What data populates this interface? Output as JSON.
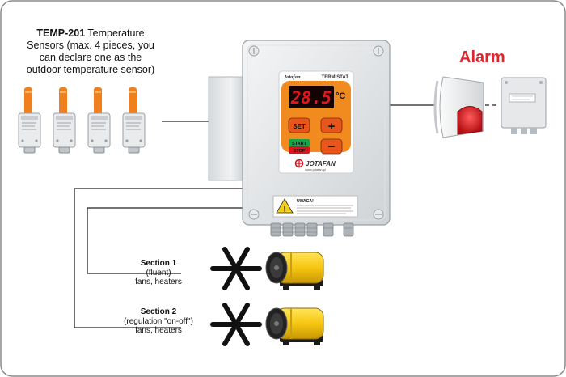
{
  "sensors": {
    "model": "TEMP-201",
    "description": " Temperature Sensors (max. 4 pieces, you can declare one as the outdoor temperature sensor)",
    "count": 4
  },
  "alarm": {
    "label": "Alarm"
  },
  "controller": {
    "brand_logo_text": "Jotafan",
    "title": "TERMISTAT",
    "display_value": "28.5",
    "display_unit": "°C",
    "buttons": {
      "set": "SET",
      "plus": "+",
      "minus": "−",
      "start": "START",
      "stop": "STOP"
    },
    "brand": "JOTAFAN",
    "website": "www.jotafan.pl",
    "warning_title": "UWAGA!",
    "colors": {
      "panel": "#f18a1f",
      "display": "#d9161c",
      "button": "#e8561b"
    }
  },
  "sections": [
    {
      "title": "Section 1",
      "mode": "(fluent)",
      "devices": "fans, heaters"
    },
    {
      "title": "Section 2",
      "mode": "(regulation \"on-off\")",
      "devices": "fans, heaters"
    }
  ]
}
